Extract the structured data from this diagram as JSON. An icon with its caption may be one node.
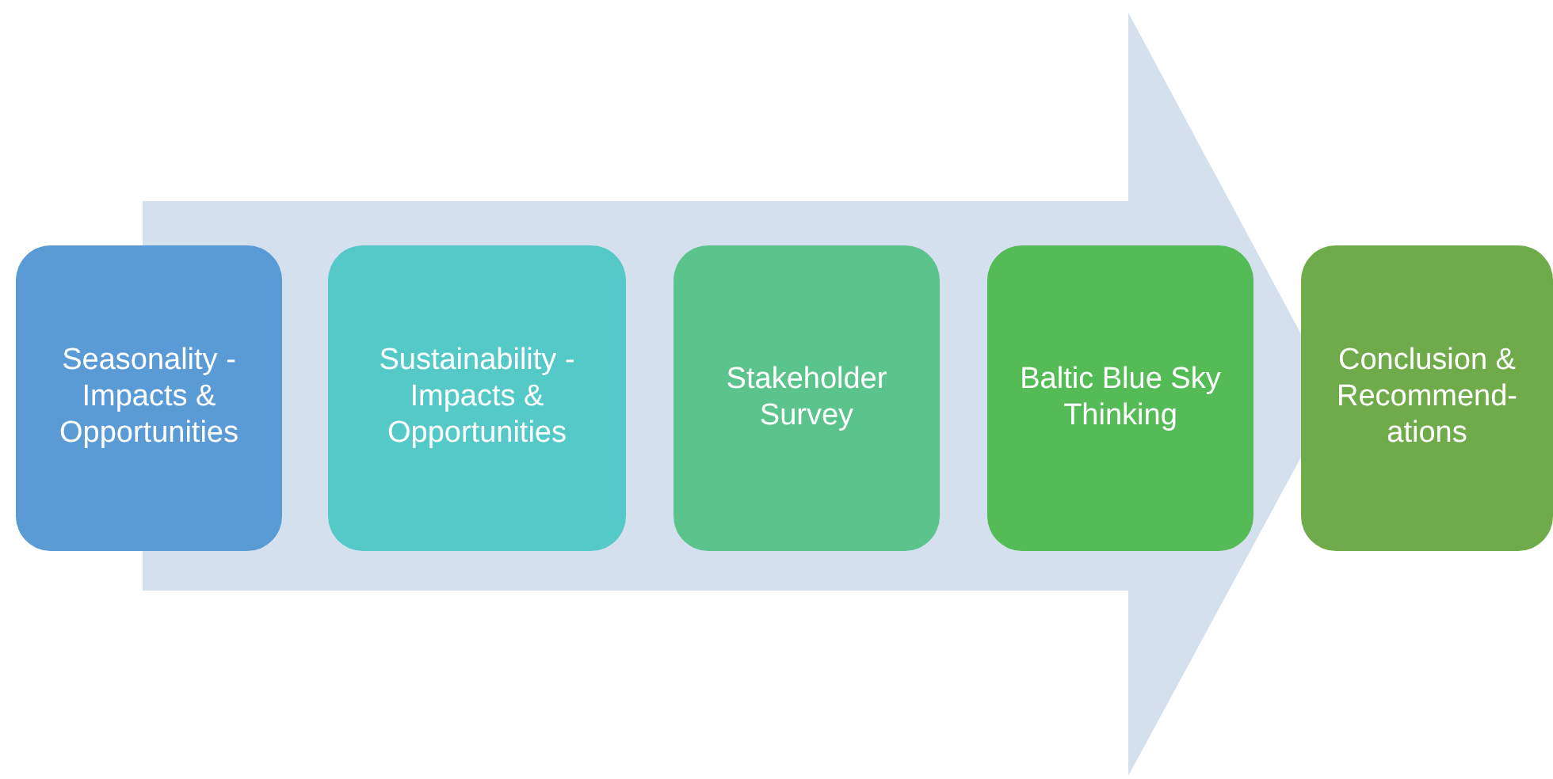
{
  "diagram": {
    "nodes": [
      {
        "text": [
          "Seasonality - Impacts & Opportunities"
        ]
      },
      {
        "text": [
          "Sustainability - Impacts & Opportunities"
        ]
      },
      {
        "text": [
          "Stakeholder Survey"
        ]
      },
      {
        "text": [
          "Baltic Blue Sky Thinking"
        ]
      },
      {
        "text": [
          "Conclusion & Recommend- ations"
        ]
      }
    ]
  }
}
